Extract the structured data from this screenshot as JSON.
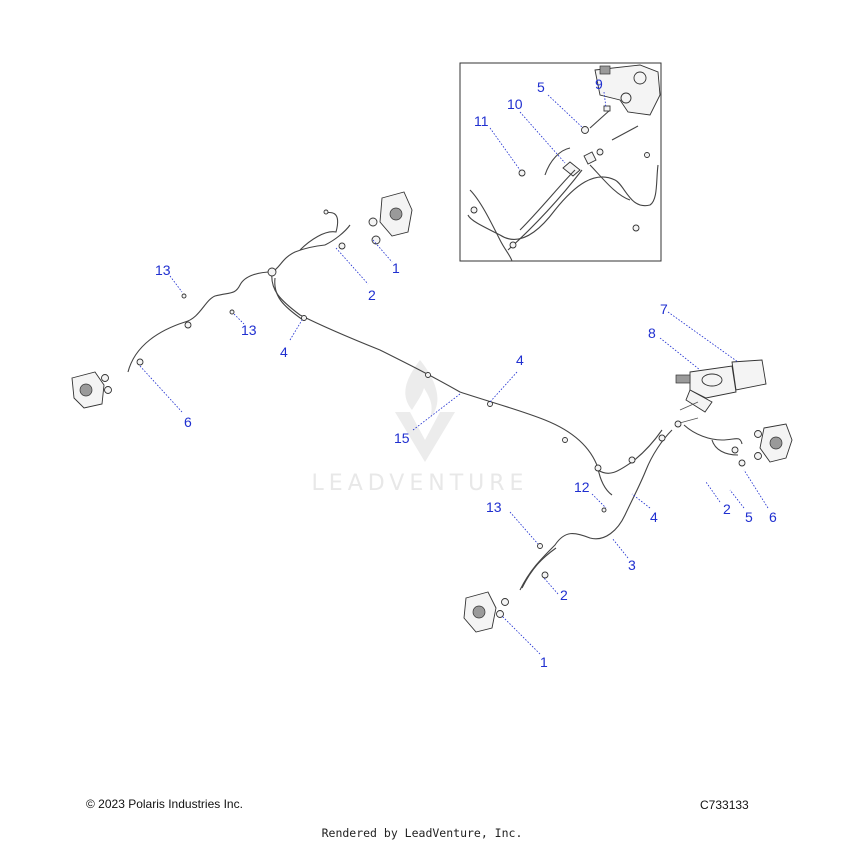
{
  "diagram": {
    "watermark": "LEADVENTURE",
    "callouts": {
      "c1_rear": "1",
      "c2_rear": "2",
      "c13_top": "13",
      "c13_mid": "13",
      "c4_left": "4",
      "c6_left": "6",
      "c4_center": "4",
      "c15": "15",
      "c7": "7",
      "c8": "8",
      "c12": "12",
      "c4_right": "4",
      "c2_right": "2",
      "c5_right": "5",
      "c6_right": "6",
      "c13_bottom": "13",
      "c3": "3",
      "c2_bottom": "2",
      "c1_bottom": "1"
    },
    "inset_callouts": {
      "c5": "5",
      "c9": "9",
      "c10": "10",
      "c11": "11"
    }
  },
  "footer": {
    "copyright": "© 2023 Polaris Industries Inc.",
    "figure_code": "C733133",
    "rendered_by": "Rendered by LeadVenture, Inc."
  },
  "colors": {
    "callout": "#1f2fd0",
    "linework": "#333333",
    "watermark": "#e8e8e8"
  }
}
